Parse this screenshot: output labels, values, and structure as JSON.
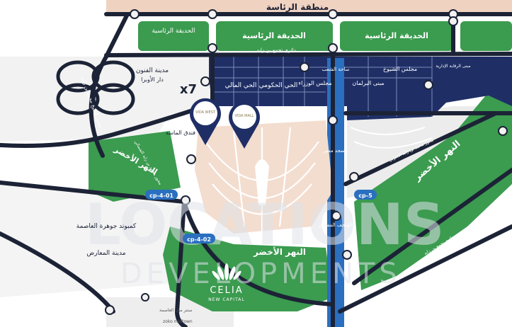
{
  "labels": {
    "presidential_zone": "منطقة الرئاسة",
    "presidential_park_1": "الحديقة الرئاسية",
    "presidential_park_2": "الحديقة الرئاسية",
    "presidential_park_3": "الحديقة الرئاسية",
    "ring_road": "دائري تجمع بن زايد",
    "arts_city": "مدينة الفنون",
    "opera_house": "دار الأوبرا",
    "finance_district": "الحي المالي",
    "government_district": "الحي الحكومي",
    "ministers_council": "مجلس الوزراء",
    "people_square": "ساحة الشعب",
    "parliament": "مبنى البرلمان",
    "senate": "مجلس الشيوخ",
    "control_authority": "مبنى الرقابة الإدارية",
    "diamond_hotel": "فندق الماسة",
    "green_river_left": "النهر الأخضر",
    "green_river_right": "النهر الأخضر",
    "green_river_bottom": "النهر الأخضر",
    "egypt_mosque": "مسجد مصر",
    "egyptian_museum": "المتحف المصري",
    "compound_capital": "كمبوند جوهرة العاصمة",
    "exhibitions_city": "مدينة المعارض",
    "cp401": "cp-4-01",
    "cp402": "cp-4-02",
    "cp5": "cp-5",
    "x7": "x7",
    "vida_west": "VIDA WEST",
    "vida_mall": "VIDA MALL",
    "celia": "CELIA",
    "celia_sub": "NEW CAPITAL",
    "watermark_1": "LOCATIONS",
    "watermark_2": "DEVELOPMENTS",
    "road_diag_top": "محور الشيخ محمد بن زايد",
    "road_diag_right": "محور محمد بن زايد الجنوبي",
    "road_mid": "محور محمد بن زايد الشمالي",
    "road_bottom_right": "دائري تجمع بن زايد",
    "bottom_1": "سنتر مول العاصمة",
    "bottom_2": "zoko midtown"
  },
  "colors": {
    "navy": "#1f2f66",
    "green": "#3b9b4f",
    "blue": "#2a6fc0",
    "sand": "#f3ddcf",
    "road": "#1c2336"
  }
}
